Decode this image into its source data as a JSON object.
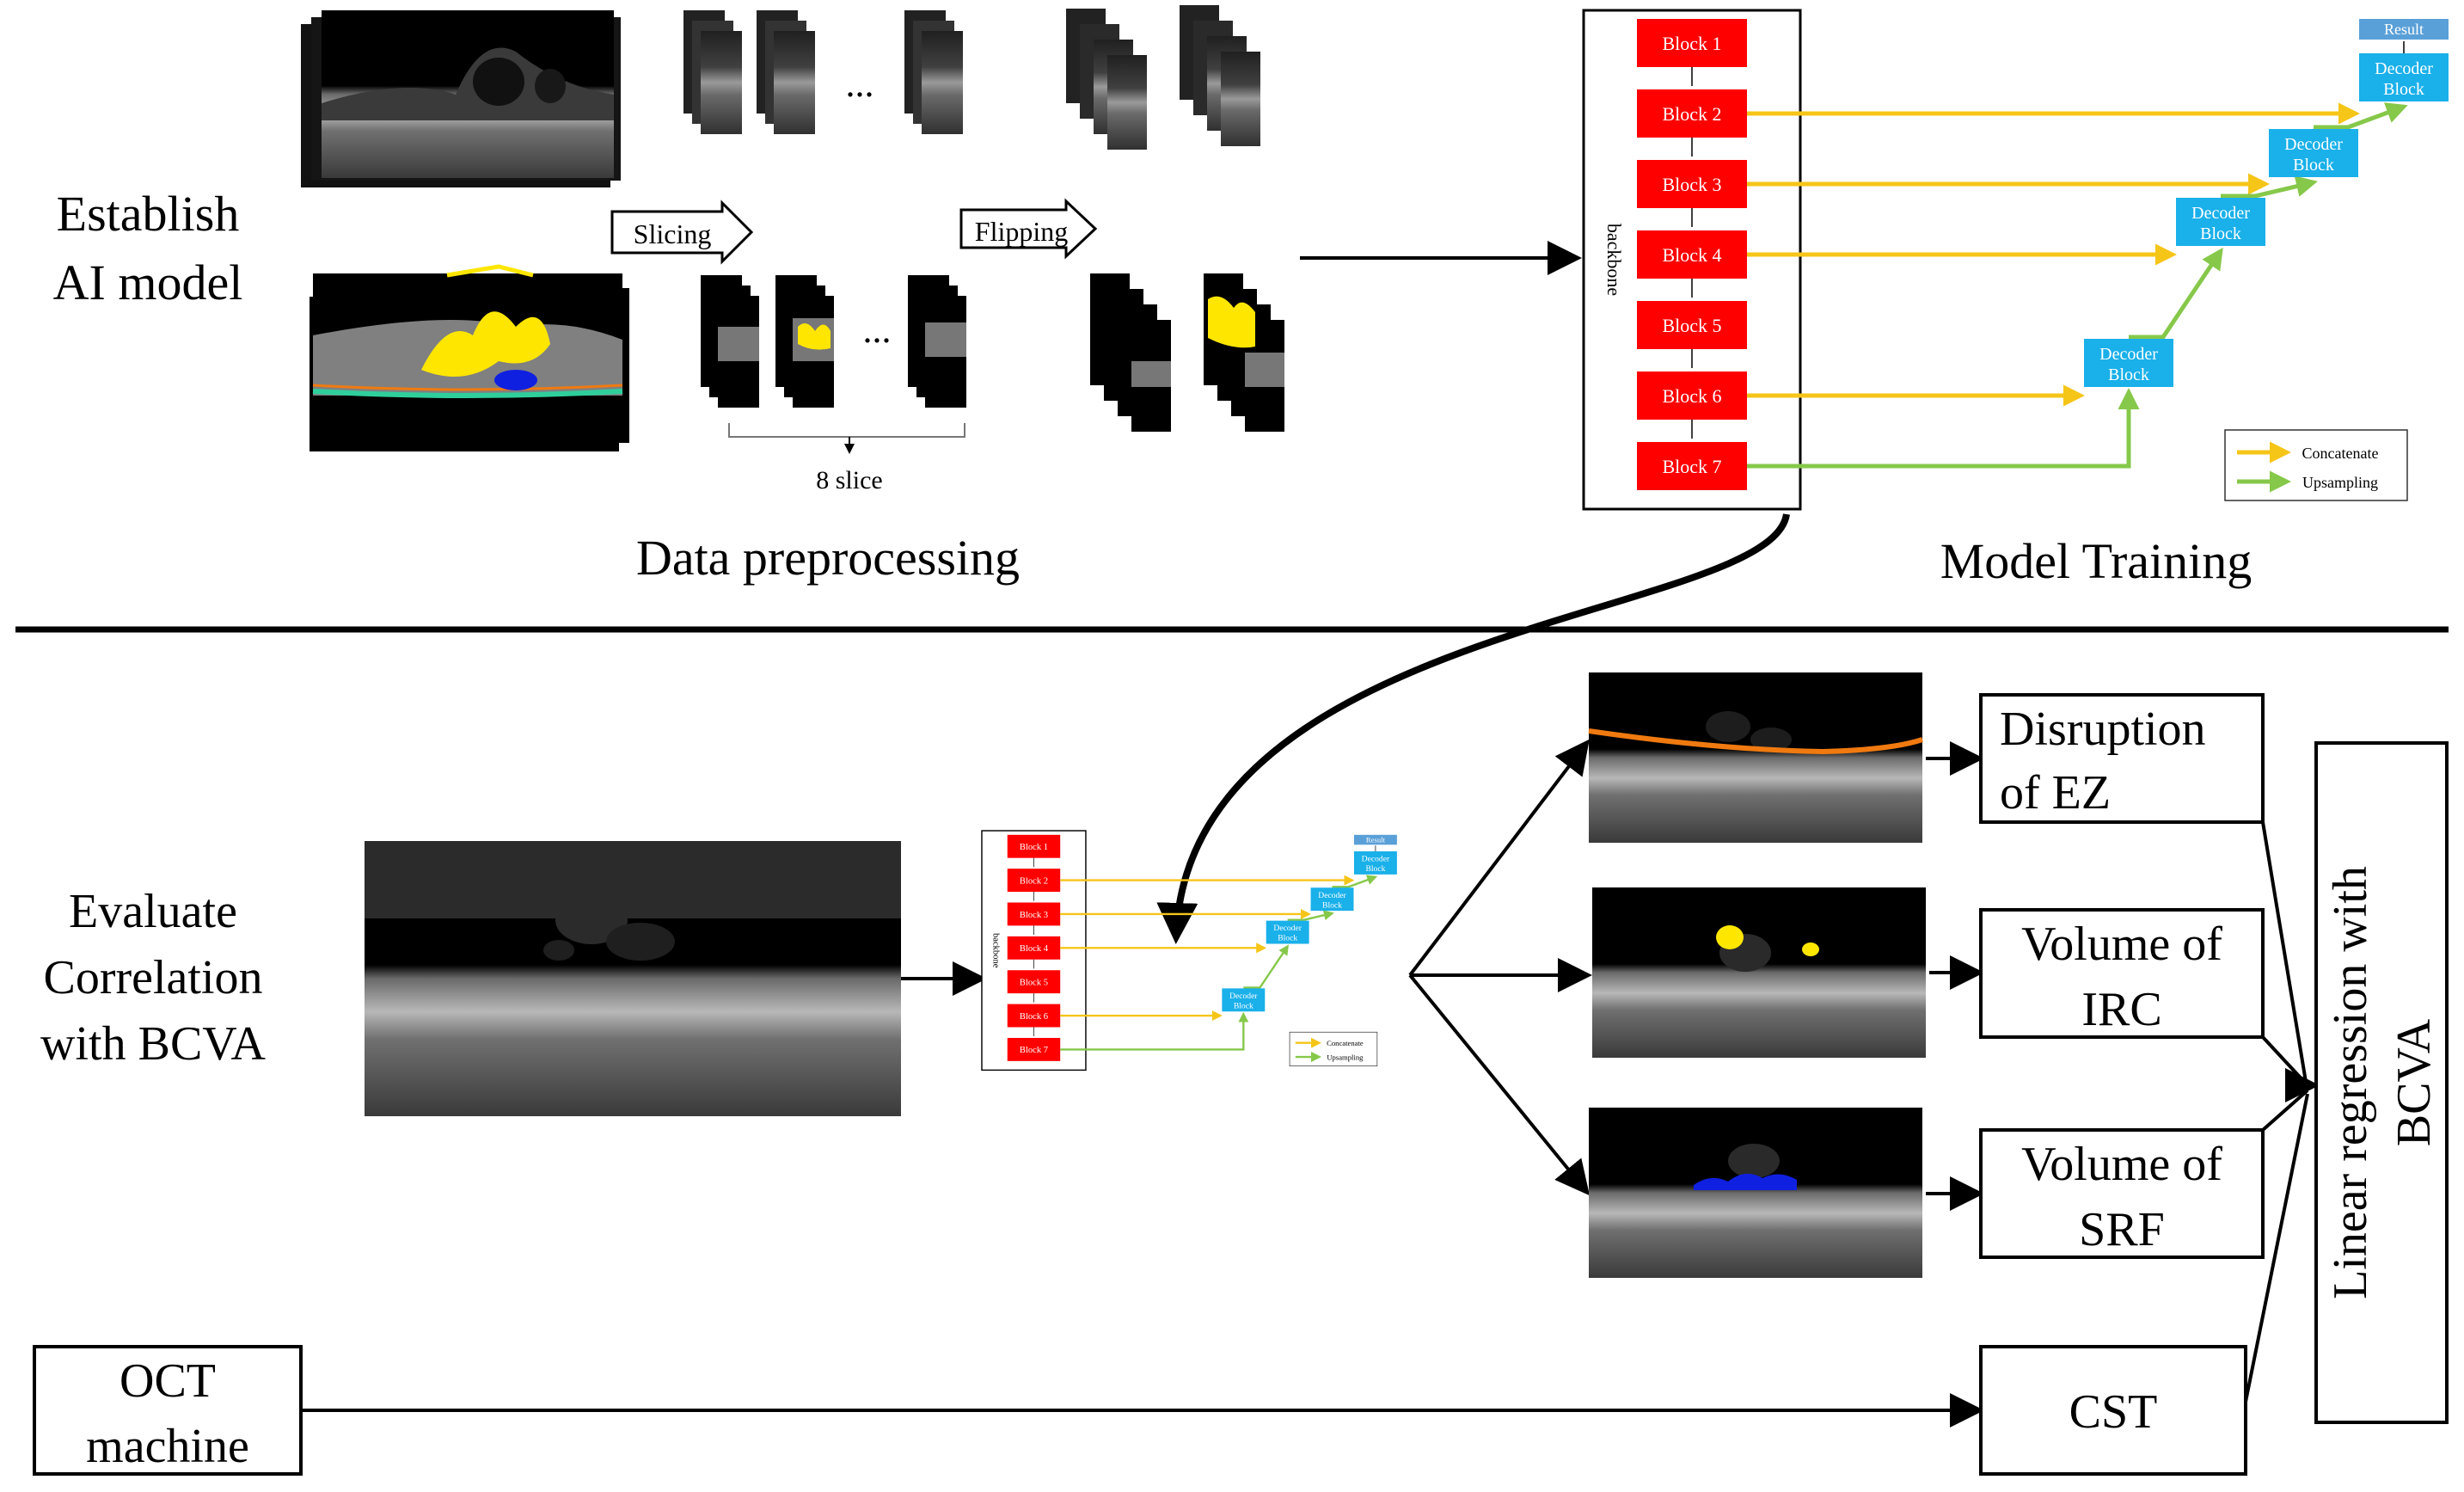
{
  "top": {
    "stage_label_line1": "Establish",
    "stage_label_line2": "AI model",
    "slicing_label": "Slicing",
    "flipping_label": "Flipping",
    "ellipsis": "...",
    "slice_count_label": "8 slice",
    "preprocessing_caption": "Data preprocessing",
    "training_caption": "Model Training"
  },
  "network": {
    "backbone_label": "backbone",
    "blocks": [
      "Block 1",
      "Block 2",
      "Block 3",
      "Block 4",
      "Block 5",
      "Block 6",
      "Block 7"
    ],
    "decoder_line1": "Decoder",
    "decoder_line2": "Block",
    "result_label": "Result",
    "legend": {
      "concatenate": "Concatenate",
      "upsampling": "Upsampling"
    }
  },
  "bottom": {
    "stage_label_line1": "Evaluate",
    "stage_label_line2": "Correlation",
    "stage_label_line3": "with BCVA",
    "outputs": [
      {
        "line1": "Disruption",
        "line2": "of EZ"
      },
      {
        "line1": "Volume of",
        "line2": "IRC"
      },
      {
        "line1": "Volume of",
        "line2": "SRF"
      }
    ],
    "oct_line1": "OCT",
    "oct_line2": "machine",
    "cst_label": "CST",
    "regression_line1": "Linear regression with",
    "regression_line2": "BCVA"
  },
  "colors": {
    "encoder_block": "#ff0000",
    "decoder_block": "#1ab0ea",
    "result_block": "#5aa0d8",
    "concatenate": "#f5c518",
    "upsampling": "#86c84a",
    "irc_fluid": "#ffe600",
    "srf_fluid": "#1020e0",
    "ez_line": "#f07a10"
  }
}
